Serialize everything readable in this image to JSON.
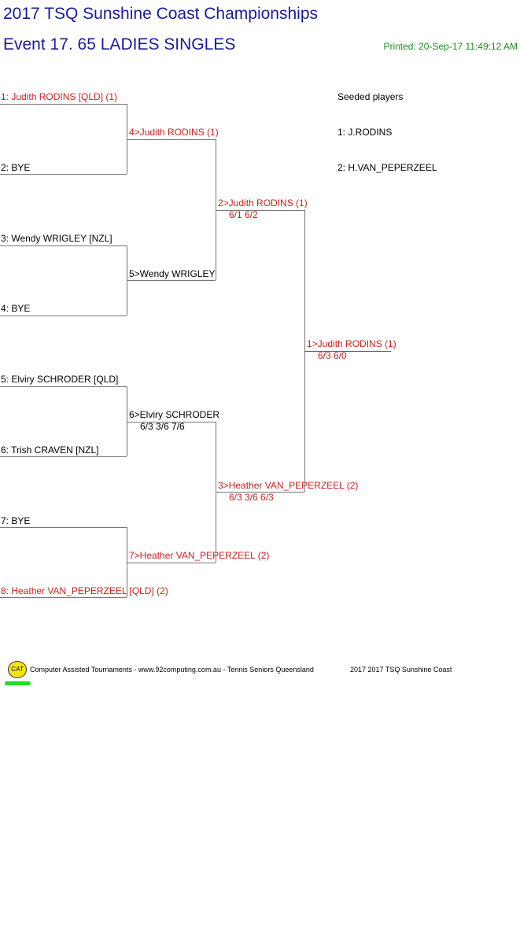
{
  "header": {
    "championship": "2017 TSQ Sunshine Coast Championships",
    "event": "Event 17. 65 LADIES SINGLES",
    "printed": "Printed: 20-Sep-17 11:49:12 AM"
  },
  "draw": {
    "round1": [
      "1: Judith RODINS [QLD] (1)",
      "2: BYE",
      "3: Wendy WRIGLEY [NZL]",
      "4: BYE",
      "5: Elviry SCHRODER [QLD]",
      "6: Trish CRAVEN [NZL]",
      "7: BYE",
      "8: Heather VAN_PEPERZEEL [QLD] (2)"
    ],
    "round2": [
      {
        "name": "4>Judith RODINS (1)",
        "score": ""
      },
      {
        "name": "5>Wendy WRIGLEY",
        "score": ""
      },
      {
        "name": "6>Elviry SCHRODER",
        "score": "6/3 3/6 7/6"
      },
      {
        "name": "7>Heather VAN_PEPERZEEL (2)",
        "score": ""
      }
    ],
    "semis": [
      {
        "name": "2>Judith RODINS (1)",
        "score": "6/1 6/2"
      },
      {
        "name": "3>Heather VAN_PEPERZEEL (2)",
        "score": "6/3 3/6 6/3"
      }
    ],
    "final": {
      "name": "1>Judith RODINS (1)",
      "score": "6/3 6/0"
    }
  },
  "seeds": {
    "title": "Seeded players",
    "list": [
      "1: J.RODINS",
      "2: H.VAN_PEPERZEEL"
    ]
  },
  "footer": {
    "logo_text": "CAT",
    "credit": "Computer Assisted Tournaments - www.92computing.com.au -  Tennis Seniors Queensland",
    "tournament": "2017 2017 TSQ Sunshine Coast"
  },
  "colors": {
    "title": "#1a1a9c",
    "printed": "#1f8b1f",
    "winner": "#cc1f1f",
    "line": "#777777",
    "logo": "#f5e617",
    "logo_bar": "#22dd22"
  }
}
